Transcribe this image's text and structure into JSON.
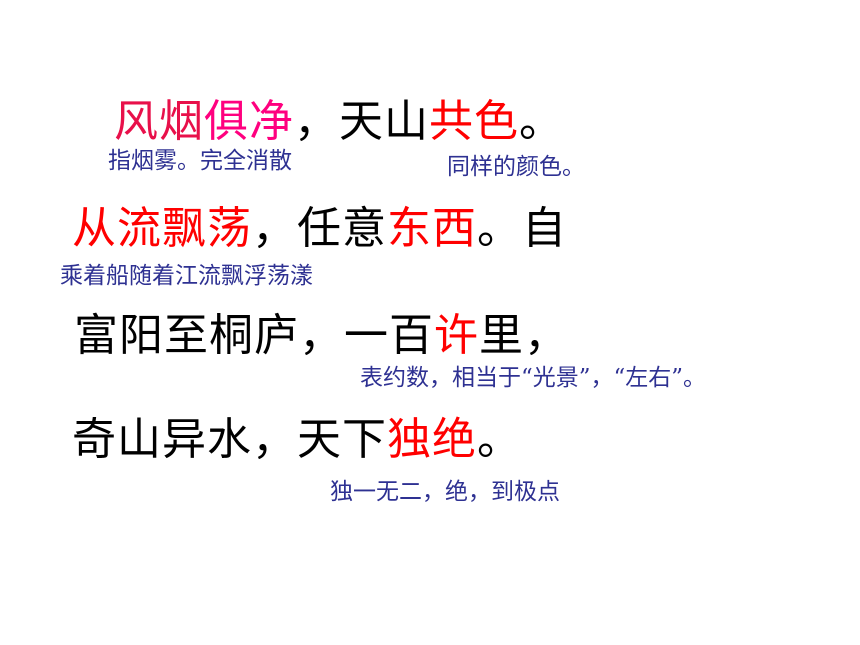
{
  "colors": {
    "main_text": "#000000",
    "highlight": "#ff0000",
    "line1_red": "#e8104a",
    "annotation": "#2e3192"
  },
  "lines": [
    {
      "segments": [
        {
          "text": "风烟",
          "style": "red"
        },
        {
          "text": "俱净",
          "style": "pink"
        },
        {
          "text": "，天山",
          "style": "black"
        },
        {
          "text": "共色",
          "style": "red"
        },
        {
          "text": "。",
          "style": "black"
        }
      ]
    },
    {
      "segments": [
        {
          "text": "从流飘荡",
          "style": "red"
        },
        {
          "text": "，任意",
          "style": "black"
        },
        {
          "text": "东西",
          "style": "red"
        },
        {
          "text": "。自",
          "style": "black"
        }
      ]
    },
    {
      "segments": [
        {
          "text": "富阳至桐庐，一百",
          "style": "black"
        },
        {
          "text": "许",
          "style": "red"
        },
        {
          "text": "里，",
          "style": "black"
        }
      ]
    },
    {
      "segments": [
        {
          "text": "奇山异水，天下",
          "style": "black"
        },
        {
          "text": "独绝",
          "style": "red"
        },
        {
          "text": "。",
          "style": "black"
        }
      ]
    }
  ],
  "notes": [
    {
      "text": "指烟雾。完全消散"
    },
    {
      "text": "同样的颜色。"
    },
    {
      "text": "乘着船随着江流飘浮荡漾"
    },
    {
      "text": "表约数，相当于“光景”，“左右”。"
    },
    {
      "text": "独一无二，绝，到极点"
    }
  ]
}
